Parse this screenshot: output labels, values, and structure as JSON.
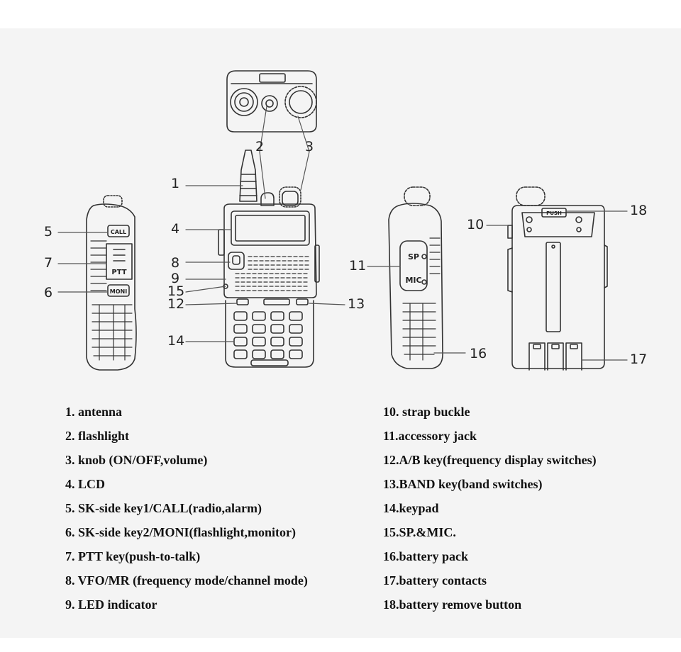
{
  "callouts": {
    "c1": "1",
    "c2": "2",
    "c3": "3",
    "c4": "4",
    "c5": "5",
    "c6": "6",
    "c7": "7",
    "c8": "8",
    "c9": "9",
    "c10": "10",
    "c11": "11",
    "c12": "12",
    "c13": "13",
    "c14": "14",
    "c15": "15",
    "c16": "16",
    "c17": "17",
    "c18": "18"
  },
  "device_labels": {
    "call": "CALL",
    "ptt": "PTT",
    "moni": "MONI",
    "sp": "SP",
    "mic": "MIC",
    "push": "PUSH"
  },
  "legend": {
    "left": [
      "1. antenna",
      "2. flashlight",
      "3. knob (ON/OFF,volume)",
      "4. LCD",
      "5. SK-side key1/CALL(radio,alarm)",
      "6. SK-side key2/MONI(flashlight,monitor)",
      "7. PTT key(push-to-talk)",
      "8. VFO/MR (frequency mode/channel mode)",
      "9. LED indicator"
    ],
    "right": [
      "10. strap buckle",
      "11.accessory jack",
      "12.A/B key(frequency display switches)",
      "13.BAND key(band switches)",
      "14.keypad",
      "15.SP.&MIC.",
      "16.battery pack",
      "17.battery contacts",
      "18.battery remove button"
    ]
  }
}
